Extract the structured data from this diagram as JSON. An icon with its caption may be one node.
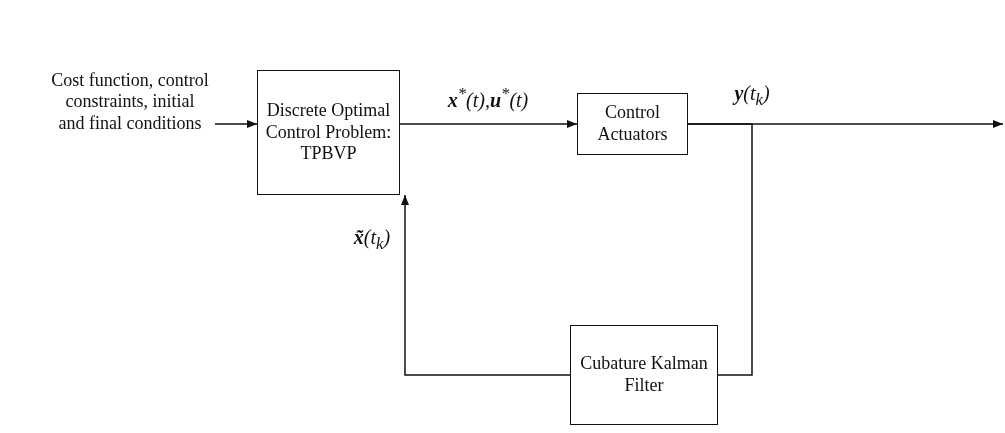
{
  "diagram": {
    "nodes": [
      {
        "text": [
          "Cost function, control constraints, initial and final conditions"
        ]
      },
      {
        "text": [
          "Discrete Optimal Control Problem: TPBVP"
        ]
      },
      {
        "text": [
          "Control Actuators"
        ]
      },
      {
        "text": [
          "Cubature Kalman Filter"
        ]
      }
    ],
    "edges": [
      {
        "from": 0,
        "to": 1,
        "arrow": "to"
      },
      {
        "from": 1,
        "to": 2,
        "arrow": "to",
        "label": "**x**$^{*}$(t),**u**$^{*}$(t)"
      },
      {
        "from": 2,
        "to": null,
        "arrow": "to",
        "label": "**y**(t$_{k}$)"
      },
      {
        "from": 2,
        "to": 3,
        "arrow": "none"
      },
      {
        "from": 3,
        "to": 1,
        "arrow": "to",
        "label": "**x̃**(t$_{k}$)"
      }
    ]
  }
}
